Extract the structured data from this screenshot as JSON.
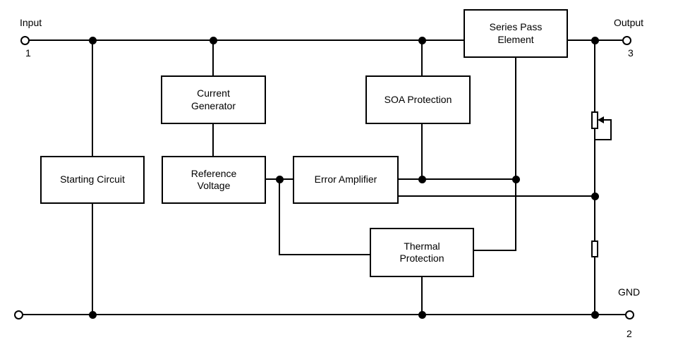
{
  "blocks": {
    "series_pass": "Series Pass Element",
    "current_generator": "Current Generator",
    "soa_protection": "SOA Protection",
    "starting_circuit": "Starting Circuit",
    "reference_voltage": "Reference Voltage",
    "error_amplifier": "Error Amplifier",
    "thermal_protection": "Thermal Protection"
  },
  "terminals": {
    "input": {
      "label": "Input",
      "pin": "1"
    },
    "output": {
      "label": "Output",
      "pin": "3"
    },
    "gnd": {
      "label": "GND",
      "pin": "2"
    }
  },
  "colors": {
    "line": "#000000",
    "text": "#000000",
    "background": "#ffffff"
  }
}
